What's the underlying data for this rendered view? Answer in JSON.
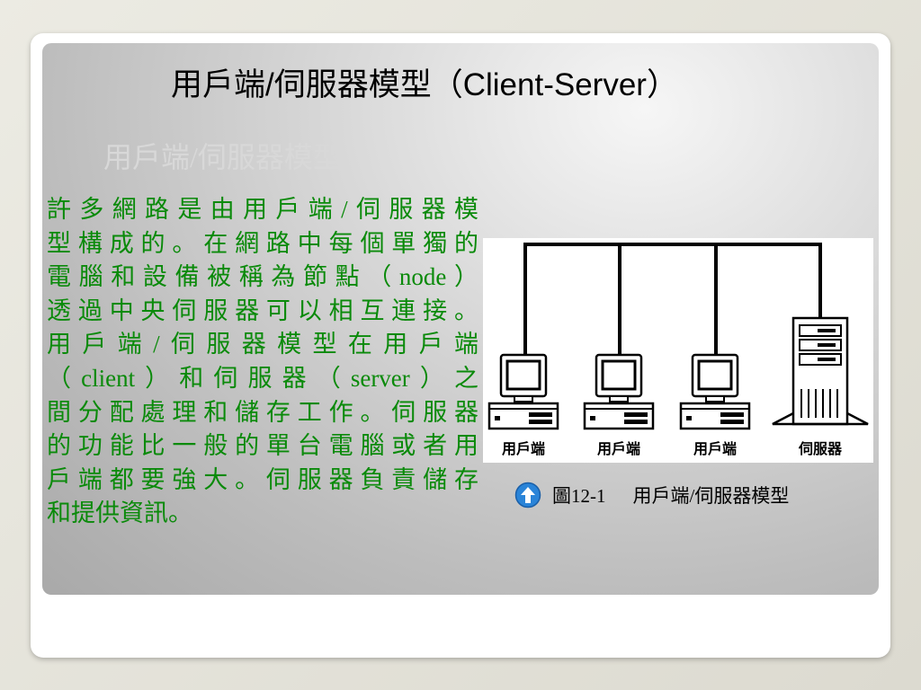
{
  "slide": {
    "title": "用戶端/伺服器模型（Client-Server）",
    "subtitle": "用戶端/伺服器模型",
    "body_lines": [
      "許多網路是由用戶端/伺服器模",
      "型構成的。在網路中每個單獨的",
      "電腦和設備被稱為節點（node）",
      "透過中央伺服器可以相互連接。",
      "用戶端/伺服器模型在用戶端",
      "（client）和伺服器（server）之",
      "間分配處理和儲存工作。伺服器",
      "的功能比一般的單台電腦或者用",
      "戶端都要強大。伺服器負責儲存",
      "和提供資訊。"
    ]
  },
  "figure": {
    "client_labels": [
      "用戶端",
      "用戶端",
      "用戶端"
    ],
    "server_label": "伺服器",
    "caption_number": "圖12-1",
    "caption_text": "用戶端/伺服器模型",
    "caption_icon": "up-arrow-circle-icon"
  },
  "colors": {
    "body_text": "#0a8a0a",
    "subtitle": "#d8d8d8",
    "icon_blue": "#2a84d8"
  }
}
